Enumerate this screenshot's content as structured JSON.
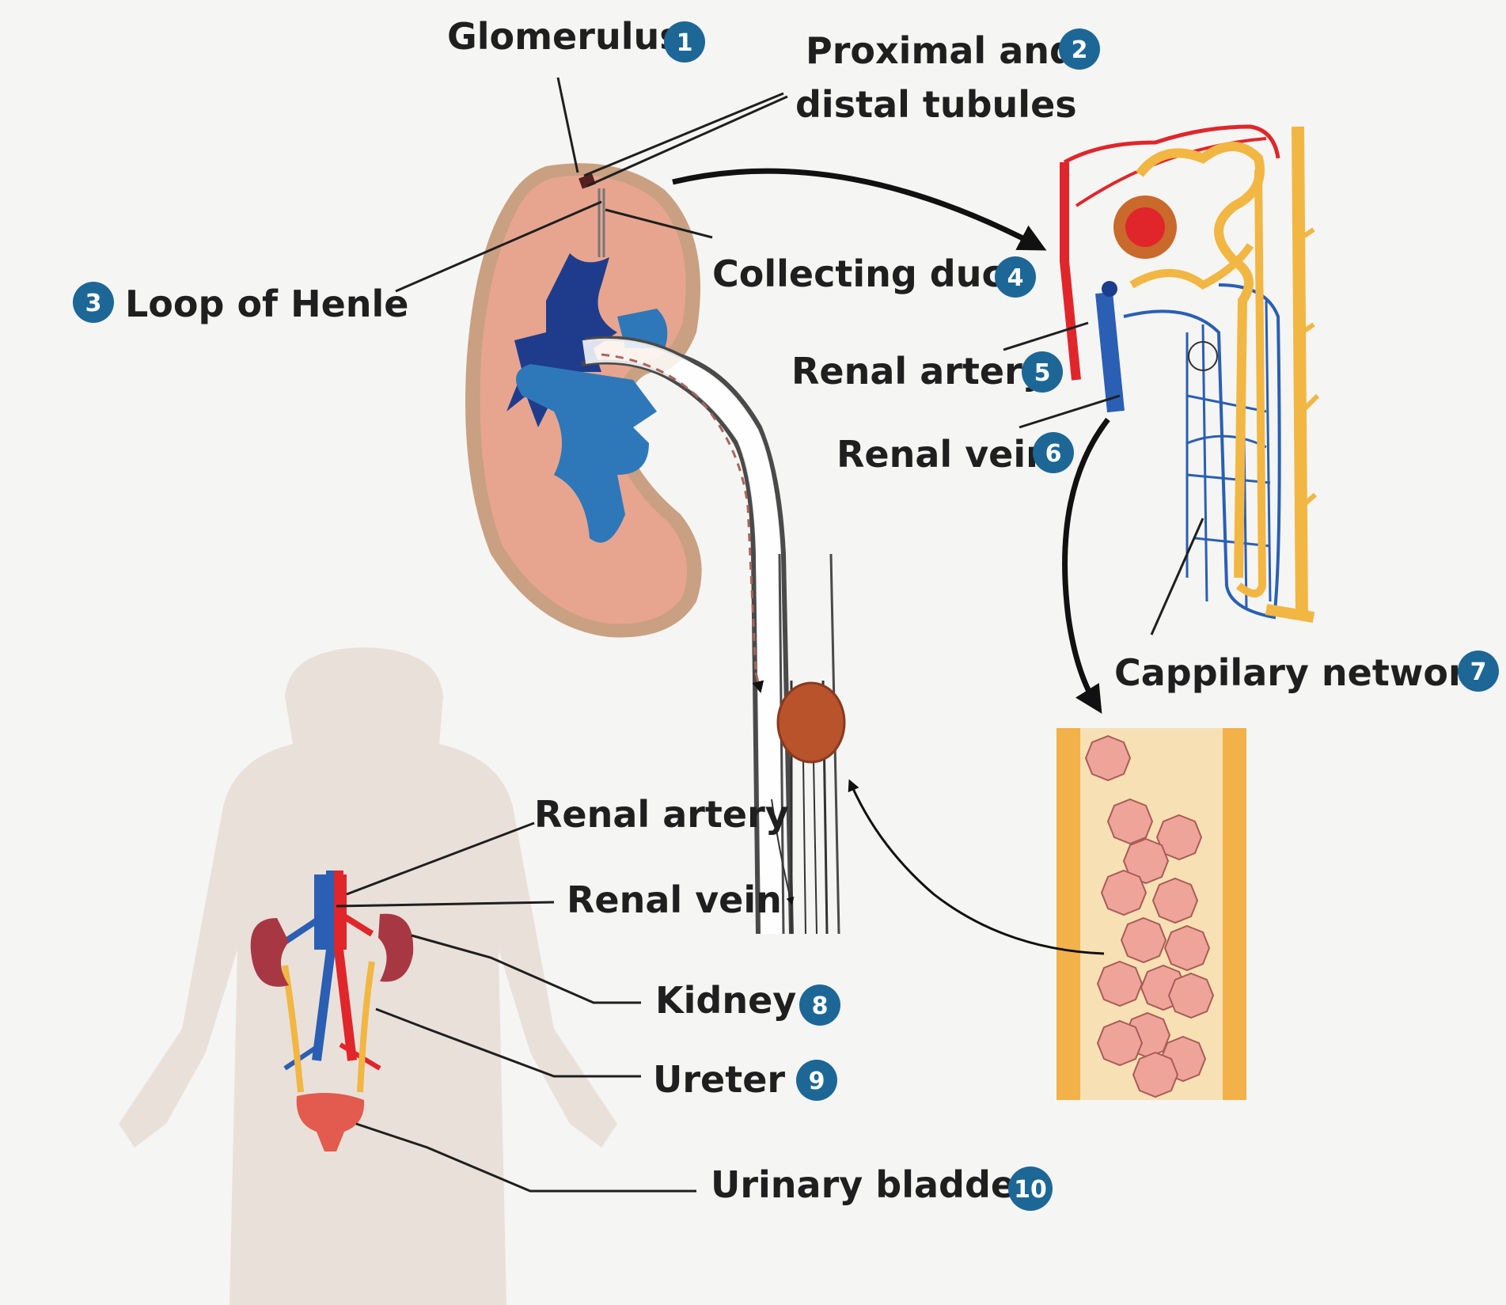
{
  "labels": {
    "glomerulus": {
      "text": "Glomerulus",
      "num": "1"
    },
    "tubules": {
      "line1": "Proximal and",
      "line2": "distal tubules",
      "num": "2"
    },
    "loop_of_henle": {
      "text": "Loop of Henle",
      "num": "3"
    },
    "collecting_duct": {
      "text": "Collecting duct",
      "num": "4"
    },
    "renal_artery_top": {
      "text": "Renal artery",
      "num": "5"
    },
    "renal_vein_top": {
      "text": "Renal vein",
      "num": "6"
    },
    "capillary_network": {
      "text": "Cappilary network",
      "num": "7"
    },
    "renal_artery_body": {
      "text": "Renal artery"
    },
    "renal_vein_body": {
      "text": "Renal vein"
    },
    "kidney": {
      "text": "Kidney",
      "num": "8"
    },
    "ureter": {
      "text": "Ureter",
      "num": "9"
    },
    "urinary_bladder": {
      "text": "Urinary bladder",
      "num": "10"
    }
  },
  "colors": {
    "badge": "#1d6797",
    "artery": "#e0262a",
    "vein": "#2a5fb3",
    "ureter": "#f2b643",
    "kidney_cortex": "#e7a590",
    "kidney_capsule": "#c9a081",
    "medulla": "#2e78b9",
    "body_silhouette": "#e8dfd6",
    "cell": "#efa49a",
    "vessel_wall": "#f3b149"
  }
}
